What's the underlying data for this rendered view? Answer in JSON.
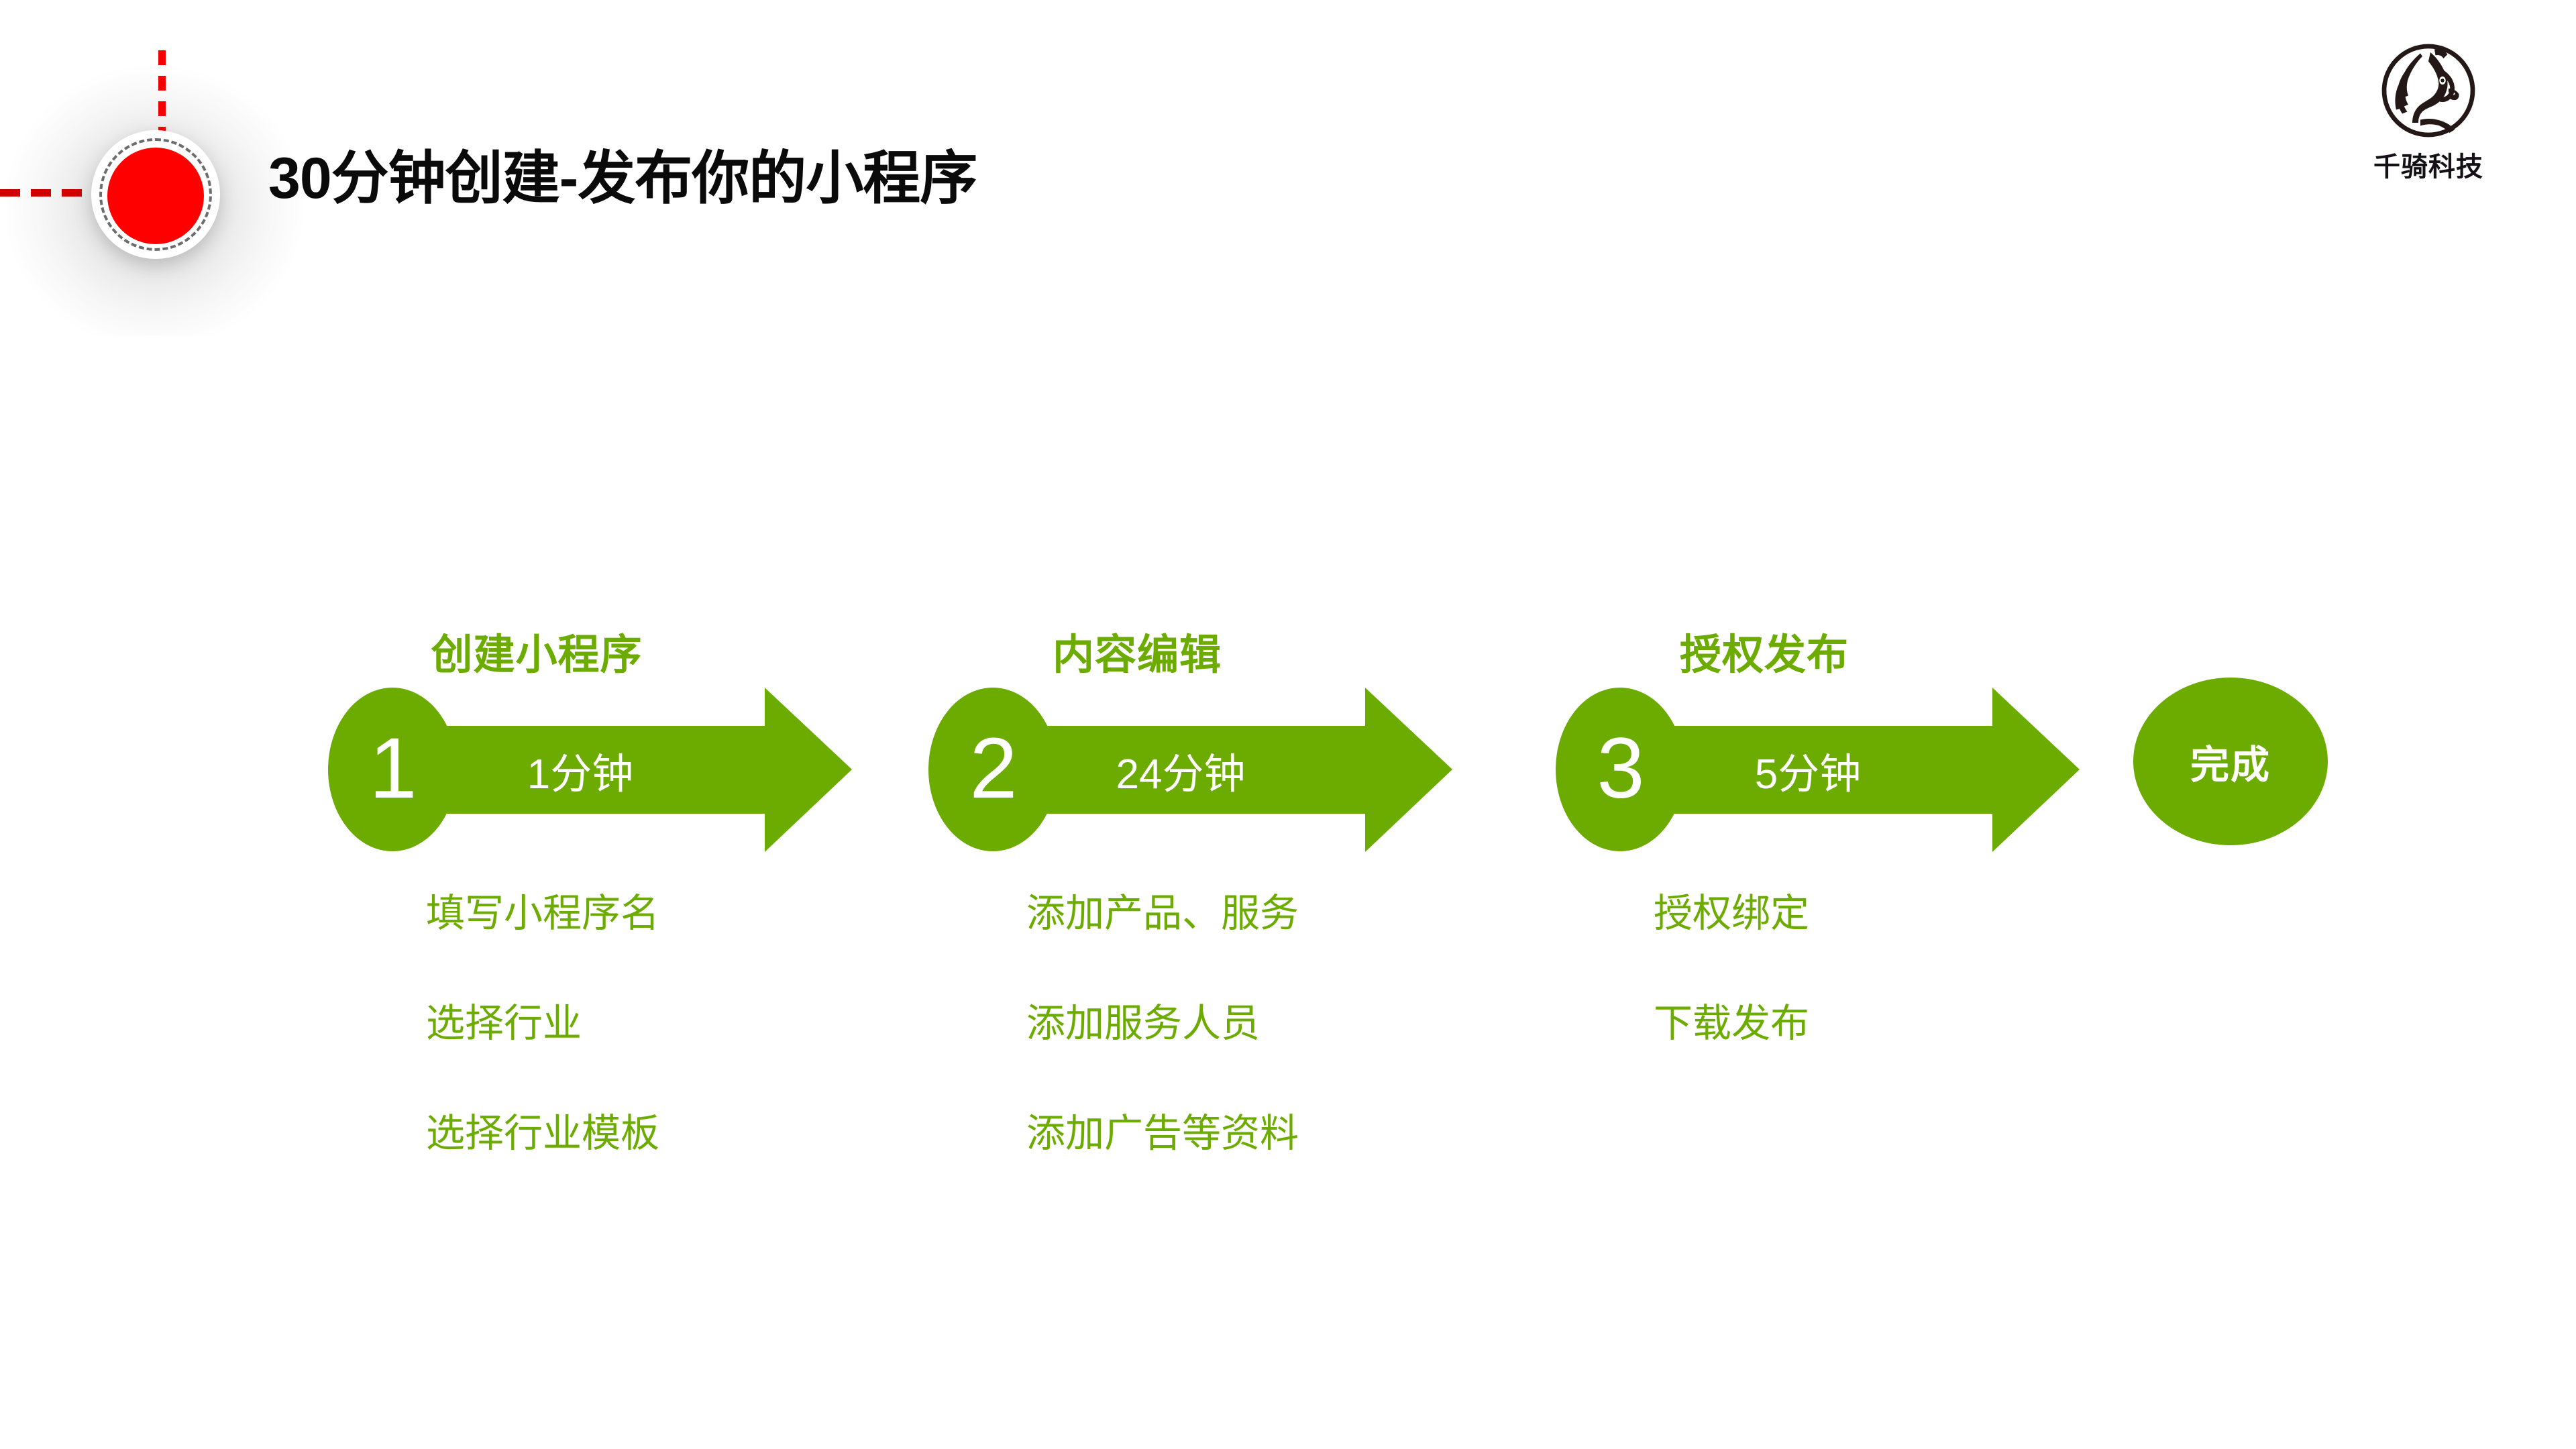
{
  "slide": {
    "title": "30分钟创建-发布你的小程序",
    "accent_green": "#6cab00",
    "accent_red": "#fe0000",
    "background": "#ffffff"
  },
  "brand": {
    "name": "千骑科技",
    "mark": "zebra-head-in-circle-logo"
  },
  "decoration": {
    "marker": "red-dot-marker",
    "vertical_line": "red-dashed-vertical-line",
    "horizontal_line": "red-dashed-horizontal-line"
  },
  "flow": {
    "steps": [
      {
        "heading": "创建小程序",
        "number": "1",
        "duration": "1分钟",
        "bullets": [
          "填写小程序名",
          "选择行业",
          "选择行业模板"
        ]
      },
      {
        "heading": "内容编辑",
        "number": "2",
        "duration": "24分钟",
        "bullets": [
          "添加产品、服务",
          "添加服务人员",
          "添加广告等资料"
        ]
      },
      {
        "heading": "授权发布",
        "number": "3",
        "duration": "5分钟",
        "bullets": [
          "授权绑定",
          "下载发布"
        ]
      }
    ],
    "final": {
      "label": "完成"
    }
  }
}
